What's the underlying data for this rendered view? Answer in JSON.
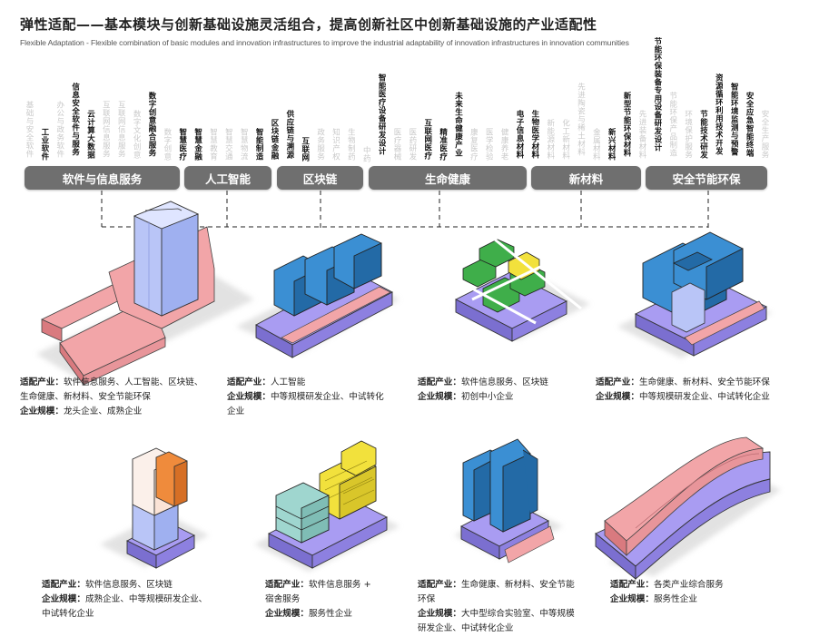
{
  "header": {
    "title": "弹性适配——基本模块与创新基础设施灵活组合，提高创新社区中创新基础设施的产业适配性",
    "subtitle": "Flexible Adaptation - Flexible combination of basic modules and innovation infrastructures to improve the industrial adaptability of innovation infrastructures in innovation communities"
  },
  "tags": [
    {
      "text": "基础与安全软件",
      "active": false
    },
    {
      "text": "工业软件",
      "active": true
    },
    {
      "text": "办公与政务软件",
      "active": false
    },
    {
      "text": "信息安全软件与服务",
      "active": true
    },
    {
      "text": "云计算大数据",
      "active": true
    },
    {
      "text": "互联网信息服务",
      "active": false
    },
    {
      "text": "互联网信息服务",
      "active": false
    },
    {
      "text": "数字文化创意",
      "active": false
    },
    {
      "text": "数字创意融合服务",
      "active": true
    },
    {
      "text": "数字创意",
      "active": false
    },
    {
      "text": "智慧医疗",
      "active": true
    },
    {
      "text": "智慧金融",
      "active": true
    },
    {
      "text": "智慧教育",
      "active": false
    },
    {
      "text": "智慧交通",
      "active": false
    },
    {
      "text": "智慧物流",
      "active": false
    },
    {
      "text": "智能制造",
      "active": true
    },
    {
      "text": "区块链金融",
      "active": true
    },
    {
      "text": "供应链与溯源",
      "active": true
    },
    {
      "text": "互联网",
      "active": true
    },
    {
      "text": "政务服务",
      "active": false
    },
    {
      "text": "知识产权",
      "active": false
    },
    {
      "text": "生物制药",
      "active": false
    },
    {
      "text": "中药",
      "active": false
    },
    {
      "text": "智能医疗设备研发设计",
      "active": true
    },
    {
      "text": "医疗器械",
      "active": false
    },
    {
      "text": "医药研发",
      "active": false
    },
    {
      "text": "互联网医疗",
      "active": true
    },
    {
      "text": "精准医疗",
      "active": true
    },
    {
      "text": "未来生命健康产业",
      "active": true
    },
    {
      "text": "康复医疗",
      "active": false
    },
    {
      "text": "医学检验",
      "active": false
    },
    {
      "text": "健康养老",
      "active": false
    },
    {
      "text": "电子信息材料",
      "active": true
    },
    {
      "text": "生物医学材料",
      "active": true
    },
    {
      "text": "新能源材料",
      "active": false
    },
    {
      "text": "化工新材料",
      "active": false
    },
    {
      "text": "先进陶瓷与稀土材料",
      "active": false
    },
    {
      "text": "金属材料",
      "active": false
    },
    {
      "text": "新兴材料",
      "active": true
    },
    {
      "text": "新型节能环保材料",
      "active": true
    },
    {
      "text": "先进装备材料",
      "active": false
    },
    {
      "text": "节能环保装备专用设备研发设计",
      "active": true
    },
    {
      "text": "节能环保产品制造",
      "active": false
    },
    {
      "text": "环境保护服务",
      "active": false
    },
    {
      "text": "节能技术研发",
      "active": true
    },
    {
      "text": "资源循环利用技术开发",
      "active": true
    },
    {
      "text": "智能环境监测与预警",
      "active": true
    },
    {
      "text": "安全应急智能终端",
      "active": true
    },
    {
      "text": "安全生产服务",
      "active": false
    }
  ],
  "categories": [
    "软件与信息服务",
    "人工智能",
    "区块链",
    "生命健康",
    "新材料",
    "安全节能环保"
  ],
  "cases": [
    {
      "industry_label": "适配产业：",
      "industry": "软件信息服务、人工智能、区块链、生命健康、新材料、安全节能环保",
      "scale_label": "企业规模：",
      "scale": "龙头企业、成熟企业"
    },
    {
      "industry_label": "适配产业：",
      "industry": "人工智能",
      "scale_label": "企业规模：",
      "scale": "中等规模研发企业、中试转化企业"
    },
    {
      "industry_label": "适配产业：",
      "industry": "软件信息服务、区块链",
      "scale_label": "企业规模：",
      "scale": "初创中小企业"
    },
    {
      "industry_label": "适配产业：",
      "industry": "生命健康、新材料、安全节能环保",
      "scale_label": "企业规模：",
      "scale": "中等规模研发企业、中试转化企业"
    },
    {
      "industry_label": "适配产业：",
      "industry": "软件信息服务、区块链",
      "scale_label": "企业规模：",
      "scale": "成熟企业、中等规模研发企业、中试转化企业"
    },
    {
      "industry_label": "适配产业：",
      "industry": "软件信息服务 + 宿舍服务",
      "scale_label": "企业规模：",
      "scale": "服务性企业"
    },
    {
      "industry_label": "适配产业：",
      "industry": "生命健康、新材料、安全节能环保",
      "scale_label": "企业规模：",
      "scale": "大中型综合实验室、中等规模研发企业、中试转化企业"
    },
    {
      "industry_label": "适配产业：",
      "industry": "各类产业综合服务",
      "scale_label": "企业规模：",
      "scale": "服务性企业"
    }
  ],
  "colors": {
    "pill": "#6f6f6f",
    "pink": "#f2a5a8",
    "pink_dark": "#d97a7f",
    "purple": "#a99cf2",
    "purple_dark": "#7b6fd0",
    "blue": "#3b8fd3",
    "blue_dark": "#236aa6",
    "lightblue": "#b9c5f7",
    "green": "#3fae4a",
    "yellow": "#f2e13c",
    "orange": "#ef8b3c",
    "cream": "#fbf0ea",
    "teal": "#9fd6cf"
  }
}
